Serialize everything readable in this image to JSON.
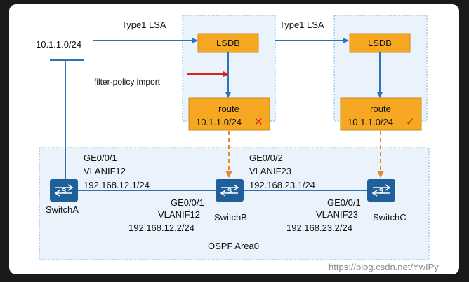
{
  "source_network": "10.1.1.0/24",
  "lsa_labels": [
    "Type1 LSA",
    "Type1 LSA"
  ],
  "filter_label": "filter-policy import",
  "lsdb_label": "LSDB",
  "route_box_b": {
    "title": "route",
    "prefix": "10.1.1.0/24",
    "mark": "✕"
  },
  "route_box_c": {
    "title": "route",
    "prefix": "10.1.1.0/24",
    "mark": "✓"
  },
  "area_label": "OSPF Area0",
  "switches": [
    {
      "name": "SwitchA"
    },
    {
      "name": "SwitchB"
    },
    {
      "name": "SwitchC"
    }
  ],
  "interfaces": {
    "a_up": {
      "port": "GE0/0/1",
      "vlan": "VLANIF12",
      "ip": "192.168.12.1/24"
    },
    "b_left": {
      "port": "GE0/0/1",
      "vlan": "VLANIF12",
      "ip": "192.168.12.2/24"
    },
    "b_up": {
      "port": "GE0/0/2",
      "vlan": "VLANIF23",
      "ip": "192.168.23.1/24"
    },
    "c_left": {
      "port": "GE0/0/1",
      "vlan": "VLANIF23",
      "ip": "192.168.23.2/24"
    }
  },
  "watermark": "https://blog.csdn.net/YwIPy",
  "colors": {
    "box_blue_fill": "#eaf3fb",
    "box_blue_border": "#7fb0d6",
    "orange": "#f7a822",
    "orange_border": "#c98a1c",
    "arrow_blue": "#2e74b5",
    "arrow_red": "#e0201c",
    "dash_orange": "#e8862a",
    "switch_blue": "#1f5f9a"
  }
}
